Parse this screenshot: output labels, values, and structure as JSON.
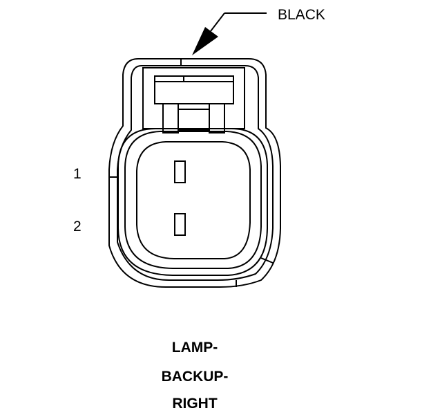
{
  "connector": {
    "color_label": "BLACK",
    "pins": [
      {
        "number": "1"
      },
      {
        "number": "2"
      }
    ]
  },
  "title": {
    "lines": [
      "LAMP-",
      "BACKUP-",
      "RIGHT"
    ]
  },
  "colors": {
    "line": "#000000",
    "background": "#ffffff"
  }
}
